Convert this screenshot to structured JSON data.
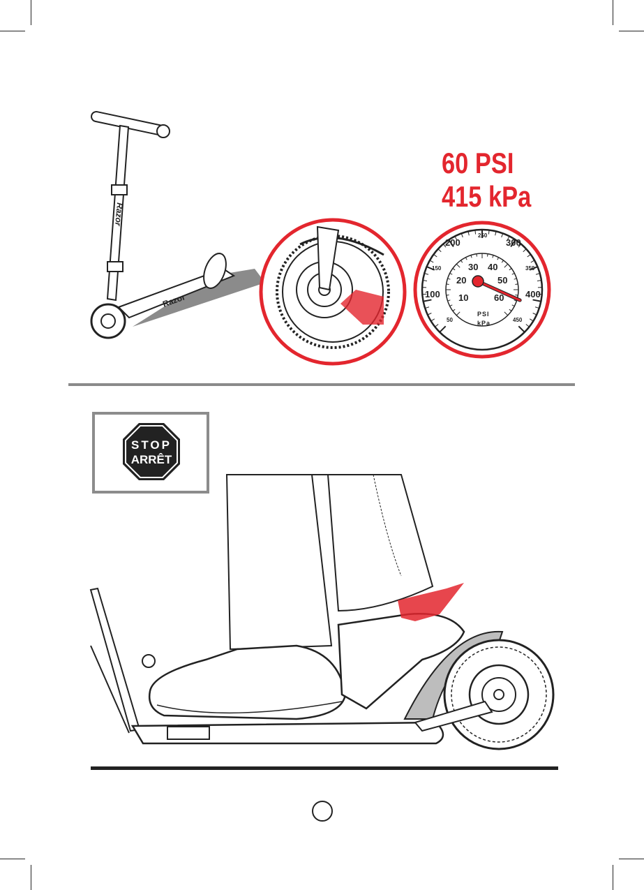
{
  "pressure": {
    "psi": "60 PSI",
    "kpa": "415 kPa"
  },
  "gauge": {
    "outer_ticks": [
      "50",
      "100",
      "150",
      "200",
      "250",
      "300",
      "350",
      "400",
      "450"
    ],
    "inner_ticks": [
      "10",
      "20",
      "30",
      "40",
      "50",
      "60"
    ],
    "unit_psi": "PSI",
    "unit_kpa": "kPa",
    "needle_value_psi": 60
  },
  "stop_sign": {
    "line1": "STOP",
    "line2": "ARRÊT"
  },
  "brand": {
    "deck_logo": "Razor",
    "stem_logo": "Razor"
  },
  "colors": {
    "accent_red": "#e3262e",
    "divider_gray": "#8a8a8a",
    "ink": "#222222"
  }
}
